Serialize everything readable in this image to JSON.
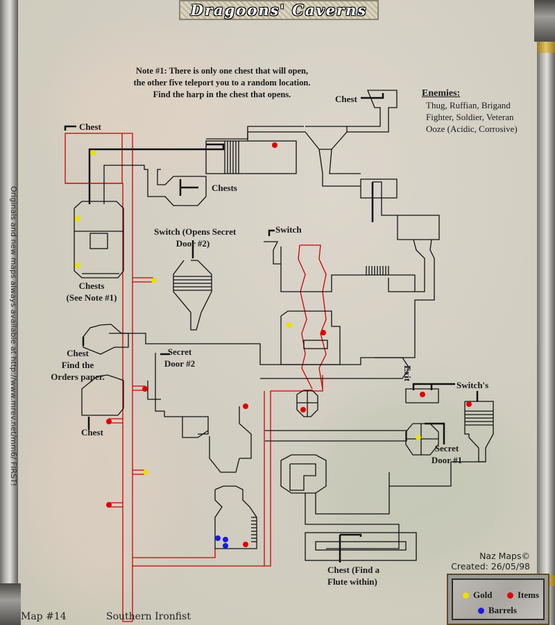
{
  "title": "Dragoons' Caverns",
  "note": [
    "Note #1:  There is only one chest that will open,",
    "the other five teleport you to a random location.",
    "Find the harp in the chest that opens."
  ],
  "enemies": {
    "heading": "Enemies:",
    "lines": [
      "Thug, Ruffian, Brigand",
      "Fighter, Soldier, Veteran",
      "Ooze (Acidic, Corrosive)"
    ]
  },
  "labels": {
    "chest_top_right": "Chest",
    "chest_top_left": "Chest",
    "chests_mid": "Chests",
    "switch_opens_secret": [
      "Switch (Opens Secret",
      "Door #2)"
    ],
    "switch": "Switch",
    "chests_note": [
      "Chests",
      "(See Note #1)"
    ],
    "chest_orders": [
      "Chest",
      "Find the",
      "Orders paper."
    ],
    "secret_door_2": [
      "Secret",
      "Door #2"
    ],
    "chest_lower_left": "Chest",
    "exit": "Exit",
    "switches": "Switch's",
    "secret_door_1": [
      "Secret",
      "Door #1"
    ],
    "chest_flute": [
      "Chest (Find a",
      "Flute within)"
    ]
  },
  "side_text": "Originals and new maps always available at http://www.mrev.net/mm6/ FIRST!",
  "credit": {
    "author": "Naz Maps©",
    "created": "Created: 26/05/98"
  },
  "footer": {
    "map_number": "Map #14",
    "region": "Southern Ironfist"
  },
  "legend": {
    "items": [
      {
        "label": "Gold",
        "color": "#e8e000"
      },
      {
        "label": "Items",
        "color": "#e00000"
      },
      {
        "label": "Barrels",
        "color": "#1a1adc"
      }
    ]
  },
  "markers": {
    "gold": [
      [
        134,
        220
      ],
      [
        112,
        315
      ],
      [
        112,
        382
      ],
      [
        222,
        404
      ],
      [
        417,
        468
      ],
      [
        603,
        630
      ],
      [
        210,
        680
      ]
    ],
    "items": [
      [
        396,
        209
      ],
      [
        466,
        479
      ],
      [
        209,
        560
      ],
      [
        157,
        607
      ],
      [
        354,
        585
      ],
      [
        437,
        590
      ],
      [
        609,
        568
      ],
      [
        676,
        582
      ],
      [
        157,
        727
      ],
      [
        354,
        784
      ]
    ],
    "barrels": [
      [
        314,
        775
      ],
      [
        325,
        777
      ],
      [
        325,
        786
      ]
    ]
  }
}
